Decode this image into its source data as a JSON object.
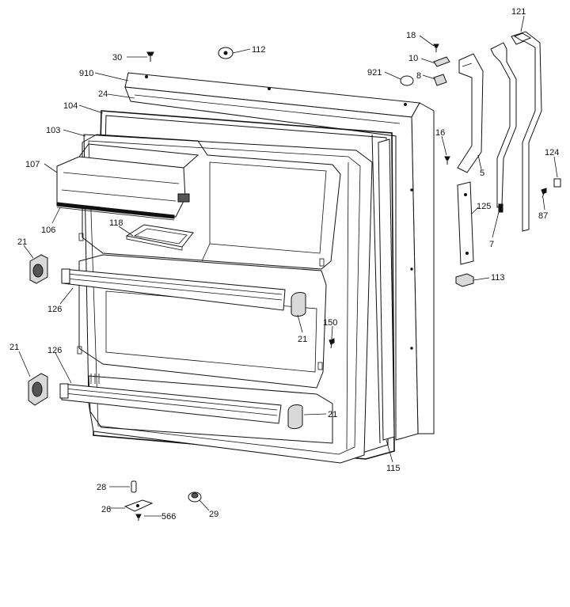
{
  "header_text": "",
  "callouts": {
    "c121": "121",
    "c18": "18",
    "c30": "30",
    "c112": "112",
    "c10": "10",
    "c910": "910",
    "c921": "921",
    "c8": "8",
    "c24": "24",
    "c104": "104",
    "c16": "16",
    "c103": "103",
    "c124": "124",
    "c107": "107",
    "c5": "5",
    "c125": "125",
    "c87": "87",
    "c106": "106",
    "c118": "118",
    "c7": "7",
    "c21a": "21",
    "c113": "113",
    "c126a": "126",
    "c150": "150",
    "c21b": "21",
    "c21c": "21",
    "c126b": "126",
    "c21d": "21",
    "c115": "115",
    "c28": "28",
    "c26": "26",
    "c566": "566",
    "c29": "29"
  }
}
